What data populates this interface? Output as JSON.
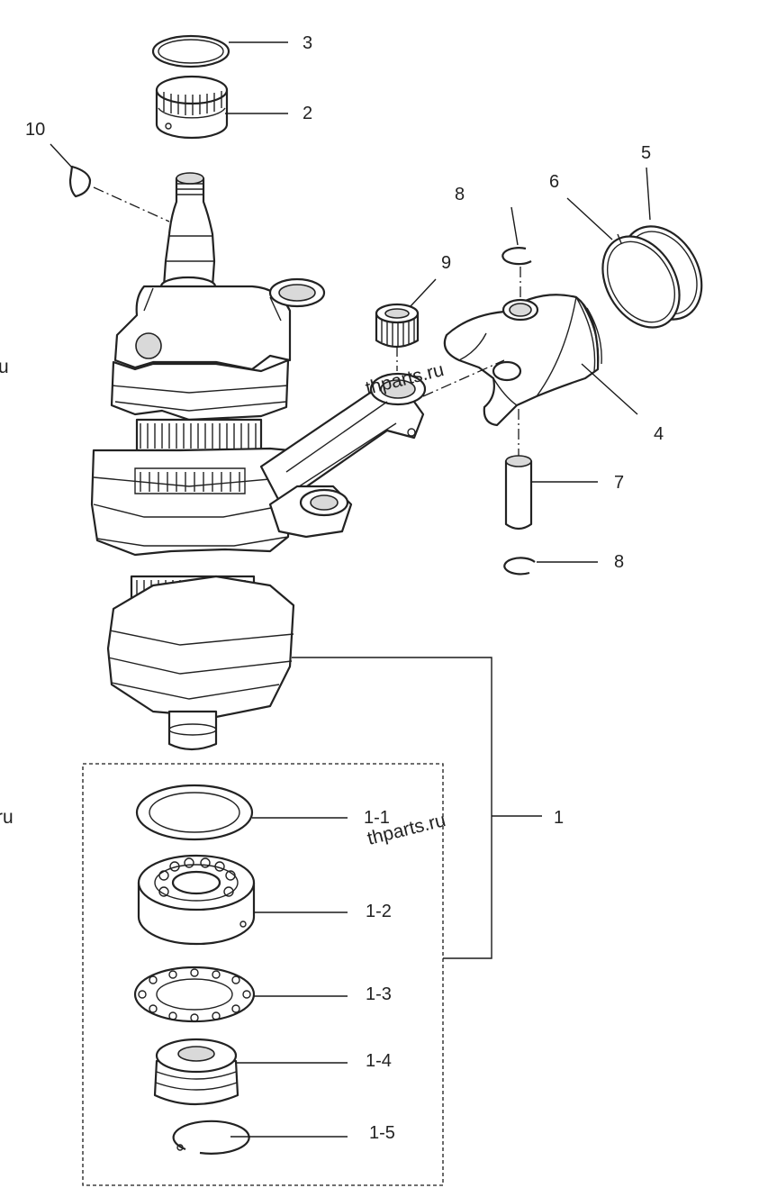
{
  "labels": {
    "l1": "1",
    "l2": "2",
    "l3": "3",
    "l4": "4",
    "l5": "5",
    "l6": "6",
    "l7": "7",
    "l8a": "8",
    "l8b": "8",
    "l9": "9",
    "l10": "10",
    "l1_1": "1-1",
    "l1_2": "1-2",
    "l1_3": "1-3",
    "l1_4": "1-4",
    "l1_5": "1-5"
  },
  "watermarks": {
    "wm1": "thparts.ru",
    "wm2": "thparts.ru",
    "edge1": "u",
    "edge2": "ru"
  }
}
